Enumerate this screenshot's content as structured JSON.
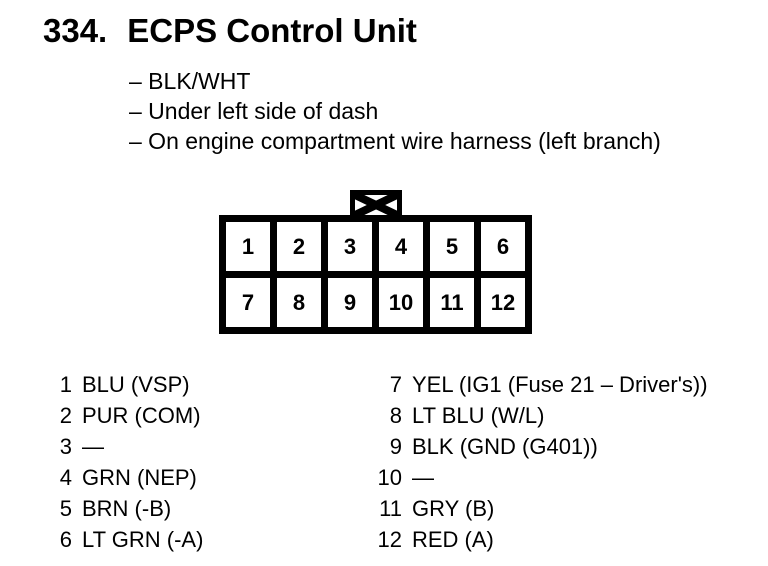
{
  "colors": {
    "ink": "#000000",
    "paper": "#ffffff"
  },
  "header": {
    "index": "334.",
    "title": "ECPS Control Unit"
  },
  "notes": [
    "– BLK/WHT",
    "– Under left side of dash",
    "– On engine compartment wire harness (left branch)"
  ],
  "connector": {
    "cells": [
      "1",
      "2",
      "3",
      "4",
      "5",
      "6",
      "7",
      "8",
      "9",
      "10",
      "11",
      "12"
    ]
  },
  "pins": {
    "left": [
      {
        "pin": "1",
        "label": "BLU (VSP)"
      },
      {
        "pin": "2",
        "label": "PUR (COM)"
      },
      {
        "pin": "3",
        "label": "—"
      },
      {
        "pin": "4",
        "label": "GRN (NEP)"
      },
      {
        "pin": "5",
        "label": "BRN (-B)"
      },
      {
        "pin": "6",
        "label": "LT GRN (-A)"
      }
    ],
    "right": [
      {
        "pin": "7",
        "label": "YEL (IG1 (Fuse 21 – Driver's))"
      },
      {
        "pin": "8",
        "label": "LT BLU (W/L)"
      },
      {
        "pin": "9",
        "label": "BLK (GND (G401))"
      },
      {
        "pin": "10",
        "label": "—"
      },
      {
        "pin": "11",
        "label": "GRY (B)"
      },
      {
        "pin": "12",
        "label": "RED (A)"
      }
    ]
  }
}
